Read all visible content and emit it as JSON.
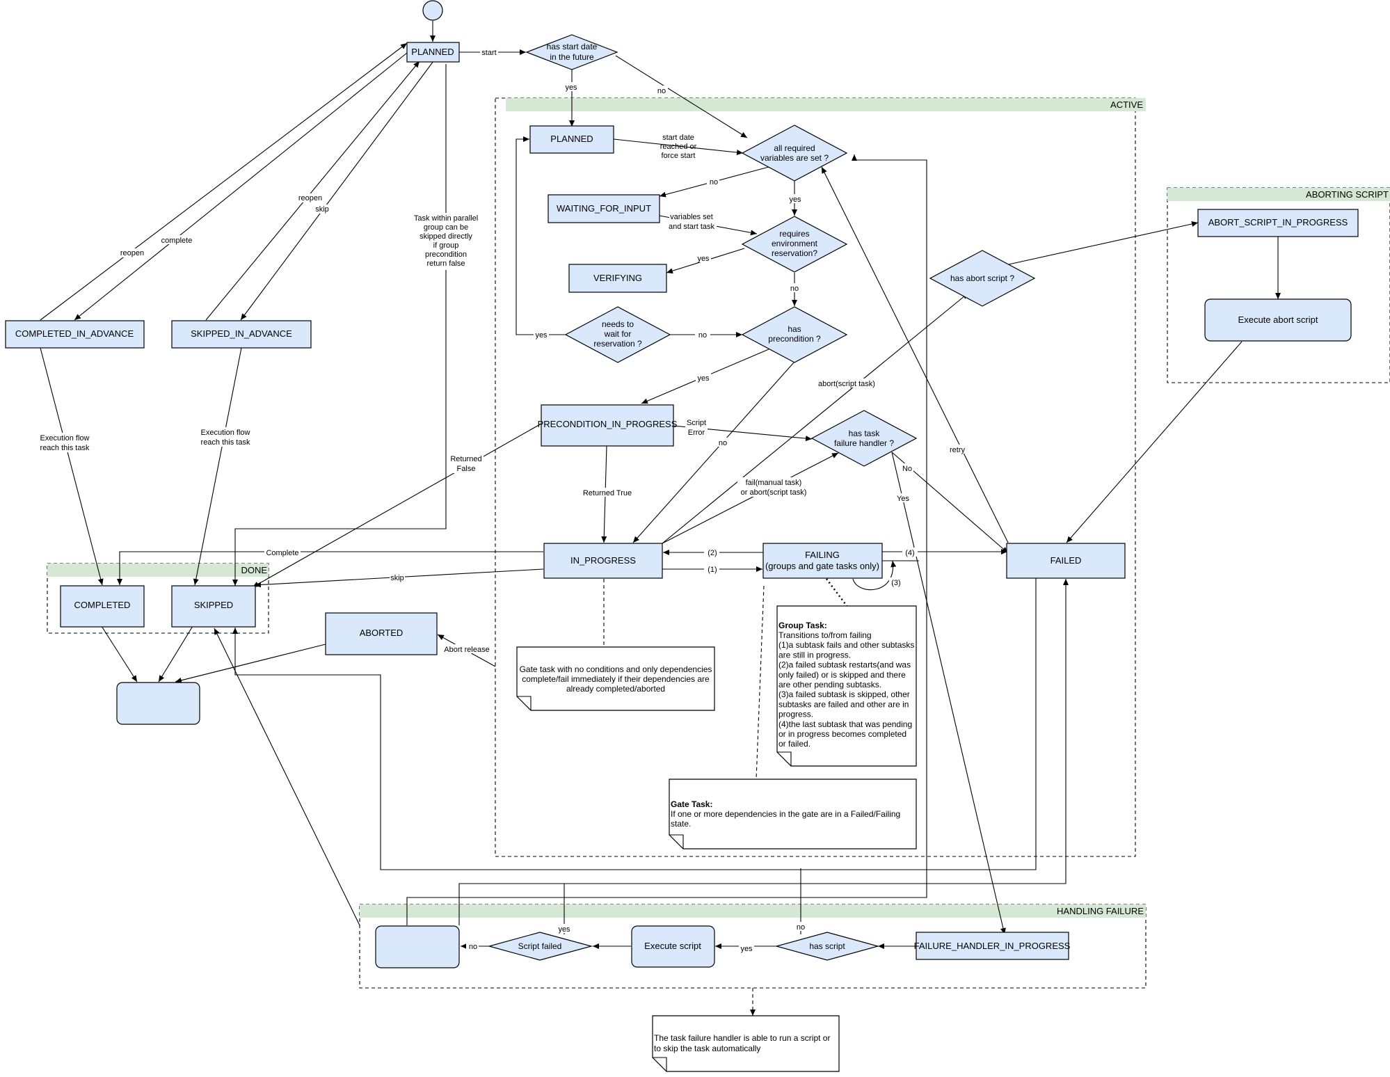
{
  "containers": {
    "active": "ACTIVE",
    "aborting_script": "ABORTING SCRIPT",
    "done": "DONE",
    "handling_failure": "HANDLING FAILURE"
  },
  "states": {
    "planned_top": "PLANNED",
    "planned": "PLANNED",
    "waiting_for_input": "WAITING_FOR_INPUT",
    "verifying": "VERIFYING",
    "precondition_in_progress": "PRECONDITION_IN_PROGRESS",
    "in_progress": "IN_PROGRESS",
    "failing_line1": "FAILING",
    "failing_line2": "(groups and gate tasks only)",
    "failed": "FAILED",
    "completed_in_advance": "COMPLETED_IN_ADVANCE",
    "skipped_in_advance": "SKIPPED_IN_ADVANCE",
    "completed": "COMPLETED",
    "skipped": "SKIPPED",
    "aborted": "ABORTED",
    "abort_script_in_progress": "ABORT_SCRIPT_IN_PROGRESS",
    "execute_abort_script": "Execute abort script",
    "failure_handler_in_progress": "FAILURE_HANDLER_IN_PROGRESS",
    "execute_script": "Execute script"
  },
  "decisions": {
    "start_date_future": [
      "has start date",
      "in the future"
    ],
    "all_required_vars": [
      "all required",
      "variables are set ?"
    ],
    "requires_env": [
      "requires",
      "environment",
      "reservation?"
    ],
    "has_precondition": [
      "has",
      "precondition ?"
    ],
    "needs_to_wait": [
      "needs to",
      "wait for",
      "reservation ?"
    ],
    "has_failure_handler": [
      "has task",
      "failure handler ?"
    ],
    "has_abort_script": [
      "has abort script ?"
    ],
    "has_script": [
      "has script"
    ],
    "script_failed": [
      "Script failed"
    ]
  },
  "edge_labels": {
    "start": "start",
    "yes_start": "yes",
    "no_start": "no",
    "start_date_reached": [
      "start date",
      "reached or",
      "force start"
    ],
    "no_vars": "no",
    "yes_vars": "yes",
    "variables_set": [
      "variables set",
      "and start task"
    ],
    "yes_env": "yes",
    "no_env": "no",
    "yes_wait": "yes",
    "no_wait": "no",
    "yes_precond": "yes",
    "no_precond": "no",
    "script_error": [
      "Script",
      "Error"
    ],
    "returned_true": "Returned True",
    "returned_false": [
      "Returned",
      "False"
    ],
    "fail_manual": [
      "fail(manual task)",
      "or abort(script task)"
    ],
    "abort_script_task": "abort(script task)",
    "no_handler": "No",
    "yes_handler": "Yes",
    "retry": "retry",
    "reopen_left": "reopen",
    "complete_left": "complete",
    "reopen_right": "reopen",
    "skip_right": "skip",
    "parallel_skip": [
      "Task within parallel",
      "group can be",
      "skipped directly",
      "if group",
      "precondition",
      "return false"
    ],
    "exec_flow_1": [
      "Execution flow",
      "reach this task"
    ],
    "exec_flow_2": [
      "Execution flow",
      "reach this task"
    ],
    "complete": "Complete",
    "skip": "skip",
    "abort_release": "Abort release",
    "f1": "(1)",
    "f2": "(2)",
    "f3": "(3)",
    "f4": "(4)",
    "no_script": "no",
    "yes_script": "yes",
    "yes_failed": "yes",
    "no_failed": "no"
  },
  "notes": {
    "gate_no_conditions": [
      "Gate task with no conditions and only dependencies",
      "complete/fail immediately if their dependencies are",
      "already completed/aborted"
    ],
    "group_task_title": "Group Task",
    "group_task_lines": [
      "Transitions to/from failing",
      "(1)a subtask fails and other subtasks",
      "are still in progress.",
      "(2)a failed subtask restarts(and was",
      "only failed) or is skipped and there",
      "are other pending subtasks.",
      "(3)a failed subtask is skipped, other",
      "subtasks are failed and other are in",
      "progress.",
      "(4)the last subtask that was pending",
      "or in progress becomes completed",
      "or failed."
    ],
    "gate_task_title": "Gate Task",
    "gate_task_lines": [
      "If one or more dependencies in the gate are in a Failed/Failing",
      "state."
    ],
    "failure_handler_note": [
      "The task failure handler is able to run a script or",
      "to skip the task automatically"
    ]
  }
}
